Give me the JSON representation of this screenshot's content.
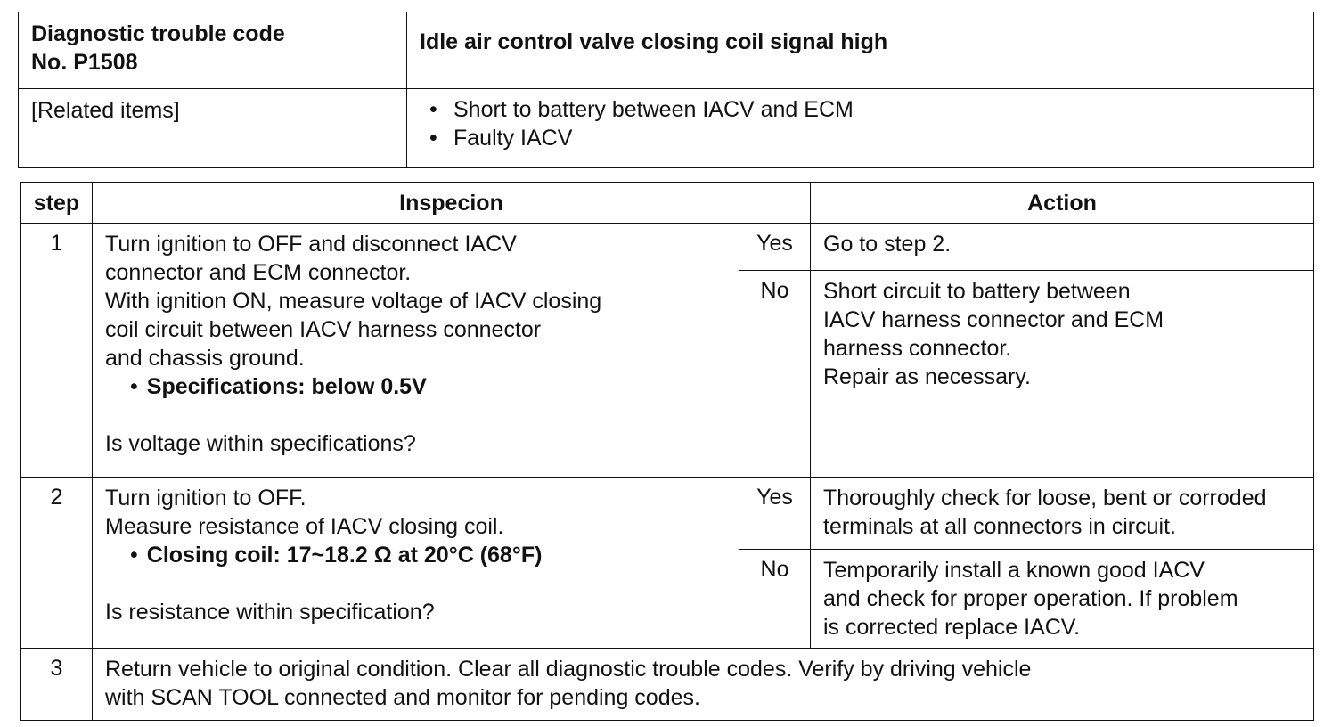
{
  "header": {
    "code_label_line1": "Diagnostic trouble code",
    "code_label_line2": "No.  P1508",
    "title": "Idle air control valve closing coil signal high",
    "related_label": "[Related items]",
    "related_items": [
      "Short to battery between IACV and ECM",
      "Faulty IACV"
    ]
  },
  "table": {
    "col_step": "step",
    "col_inspection": "Inspecion",
    "col_action": "Action"
  },
  "steps": [
    {
      "num": "1",
      "inspection_lines": [
        "Turn ignition to OFF and disconnect IACV",
        "connector and ECM connector.",
        "With ignition ON, measure voltage of IACV closing",
        "coil circuit between IACV harness connector",
        "and chassis ground."
      ],
      "spec": "Specifications:  below 0.5V",
      "question": "Is voltage within specifications?",
      "yes_label": "Yes",
      "yes_action": [
        "Go to step 2."
      ],
      "no_label": "No",
      "no_action": [
        "Short circuit to battery between",
        "IACV harness connector and ECM",
        "harness connector.",
        "Repair as necessary."
      ]
    },
    {
      "num": "2",
      "inspection_lines": [
        "Turn ignition to OFF.",
        "Measure resistance of IACV closing coil."
      ],
      "spec": "Closing coil:  17~18.2 Ω  at 20°C (68°F)",
      "question": "Is resistance within specification?",
      "yes_label": "Yes",
      "yes_action": [
        "Thoroughly check for loose, bent or corroded",
        "terminals at all connectors in circuit."
      ],
      "no_label": "No",
      "no_action": [
        "Temporarily install a known good IACV",
        "and check for proper operation.  If problem",
        "is corrected replace IACV."
      ]
    },
    {
      "num": "3",
      "text_lines": [
        "Return vehicle to original condition.  Clear all diagnostic trouble codes.  Verify by driving vehicle",
        "with SCAN TOOL connected and monitor for pending codes."
      ]
    }
  ]
}
